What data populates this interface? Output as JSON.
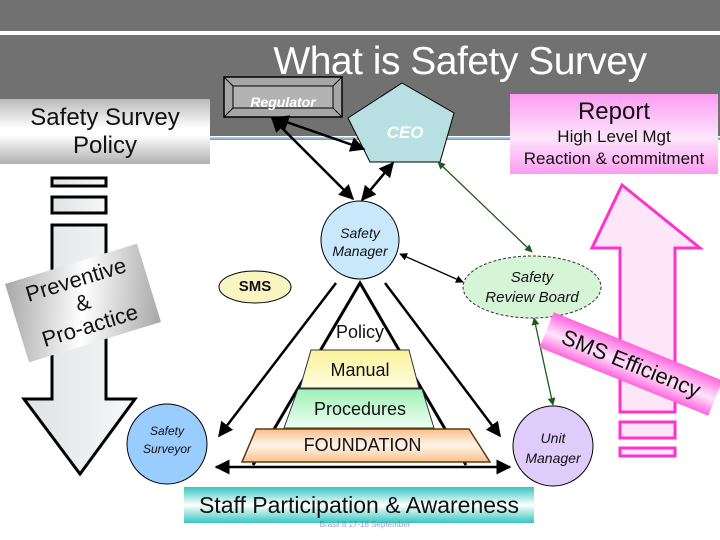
{
  "title": "What is Safety Survey",
  "policy_box": {
    "line1": "Safety Survey",
    "line2": "Policy"
  },
  "report_box": {
    "line1": "Report",
    "line2": "High Level Mgt",
    "line3": "Reaction & commitment"
  },
  "left_arrow_label": {
    "line1": "Preventive",
    "line2": "&",
    "line3": "Pro-actice"
  },
  "right_arrow_label": "SMS Efficiency",
  "nodes": {
    "regulator": "Regulator",
    "ceo": "CEO",
    "safety_manager": {
      "line1": "Safety",
      "line2": "Manager"
    },
    "safety_review_board": {
      "line1": "Safety",
      "line2": "Review Board"
    },
    "safety_surveyor": {
      "line1": "Safety",
      "line2": "Surveyor"
    },
    "unit_manager": {
      "line1": "Unit",
      "line2": "Manager"
    },
    "sms": "SMS"
  },
  "pyramid_layers": [
    "Policy",
    "Manual",
    "Procedures",
    "FOUNDATION"
  ],
  "staff_box": "Staff Participation & Awareness",
  "footer": "Brasil 8 17-18 September",
  "colors": {
    "header": "#717171",
    "ceo": "#b8dfe2",
    "safety_manager": "#c9e8fb",
    "review_board": "#d6f5d6",
    "surveyor": "#99ccff",
    "unit_manager": "#e0ccfb",
    "sms": "#f8f5c2",
    "pink": "#ff33cc"
  }
}
